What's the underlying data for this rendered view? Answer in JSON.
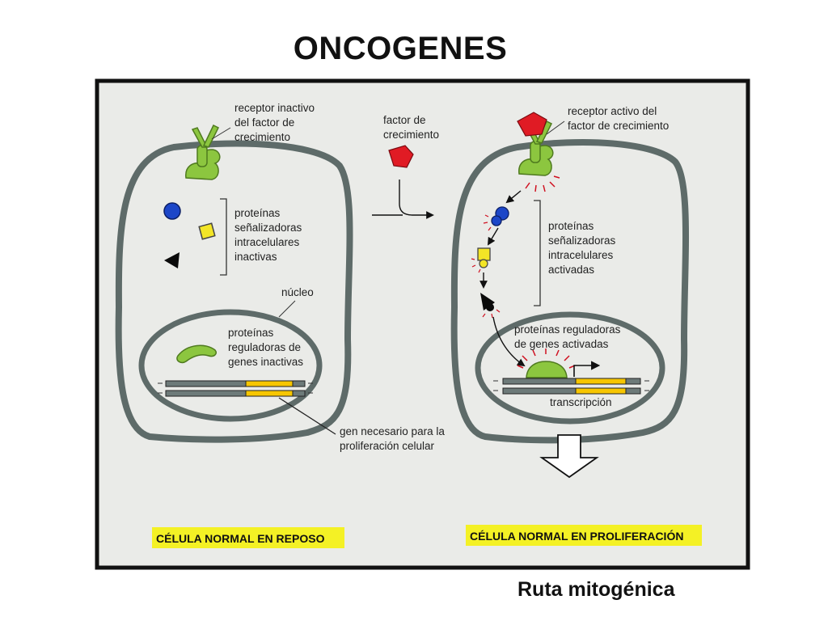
{
  "title": "ONCOGENES",
  "caption": "Ruta mitogénica",
  "colors": {
    "membrane": "#5e6b69",
    "panel_bg": "#eaebe8",
    "receptor": "#8cc63f",
    "growth_factor": "#e01b24",
    "protein_blue": "#1c46c8",
    "protein_yellow": "#f3e526",
    "protein_black": "#0a0a0a",
    "gene_yellow": "#f7c600",
    "label_highlight": "#f4f125"
  },
  "left_cell": {
    "receptor_label": [
      "receptor inactivo",
      "del factor de",
      "crecimiento"
    ],
    "signaling_label": [
      "proteínas",
      "señalizadoras",
      "intracelulares",
      "inactivas"
    ],
    "nucleus_label": "núcleo",
    "regulatory_label": [
      "proteínas",
      "reguladoras de",
      "genes inactivas"
    ],
    "gene_label": [
      "gen necesario para la",
      "proliferación celular"
    ],
    "state_label": "CÉLULA NORMAL EN REPOSO"
  },
  "middle": {
    "growth_factor_label": [
      "factor de",
      "crecimiento"
    ]
  },
  "right_cell": {
    "receptor_label": [
      "receptor activo del",
      "factor de crecimiento"
    ],
    "signaling_label": [
      "proteínas",
      "señalizadoras",
      "intracelulares",
      "activadas"
    ],
    "regulatory_label": [
      "proteínas reguladoras",
      "de genes activadas"
    ],
    "transcription_label": "transcripción",
    "state_label": "CÉLULA NORMAL EN PROLIFERACIÓN"
  }
}
